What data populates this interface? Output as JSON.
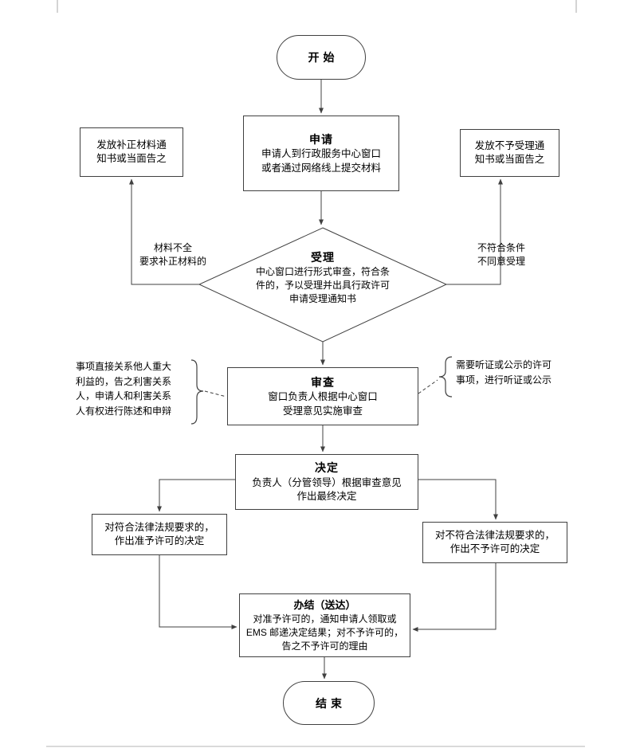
{
  "colors": {
    "line": "#404040",
    "page_mark": "#a8a8a8"
  },
  "nodes": {
    "start": {
      "label": "开始"
    },
    "apply": {
      "title": "申请",
      "body": "申请人到行政服务中心窗口\n或者通过网络线上提交材料"
    },
    "supplement_notice": {
      "body": "发放补正材料通\n知书或当面告之"
    },
    "rejection_notice": {
      "body": "发放不予受理通\n知书或当面告之"
    },
    "accept": {
      "title": "受理",
      "body": "中心窗口进行形式审查，符合条\n件的，予以受理并出具行政许可\n申请受理通知书"
    },
    "supplement_label": {
      "body": "材料不全\n要求补正材料的"
    },
    "reject_label": {
      "body": "不符合条件\n不同意受理"
    },
    "review": {
      "title": "审查",
      "body": "窗口负责人根据中心窗口\n受理意见实施审查"
    },
    "stakeholder_note": {
      "body": "事项直接关系他人重大\n利益的，告之利害关系\n人，申请人和利害关系\n人有权进行陈述和申辩"
    },
    "hearing_note": {
      "body": "需要听证或公示的许可\n事项，进行听证或公示"
    },
    "decision": {
      "title": "决定",
      "body": "负责人（分管领导）根据审查意见\n作出最终决定"
    },
    "approve": {
      "body": "对符合法律法规要求的，\n作出准予许可的决定"
    },
    "deny": {
      "body": "对不符合法律法规要求的，\n作出不予许可的决定"
    },
    "delivery": {
      "title": "办结（送达）",
      "body": "对准予许可的，通知申请人领取或\nEMS 邮递决定结果；对不予许可的，\n告之不予许可的理由"
    },
    "end": {
      "label": "结束"
    }
  }
}
